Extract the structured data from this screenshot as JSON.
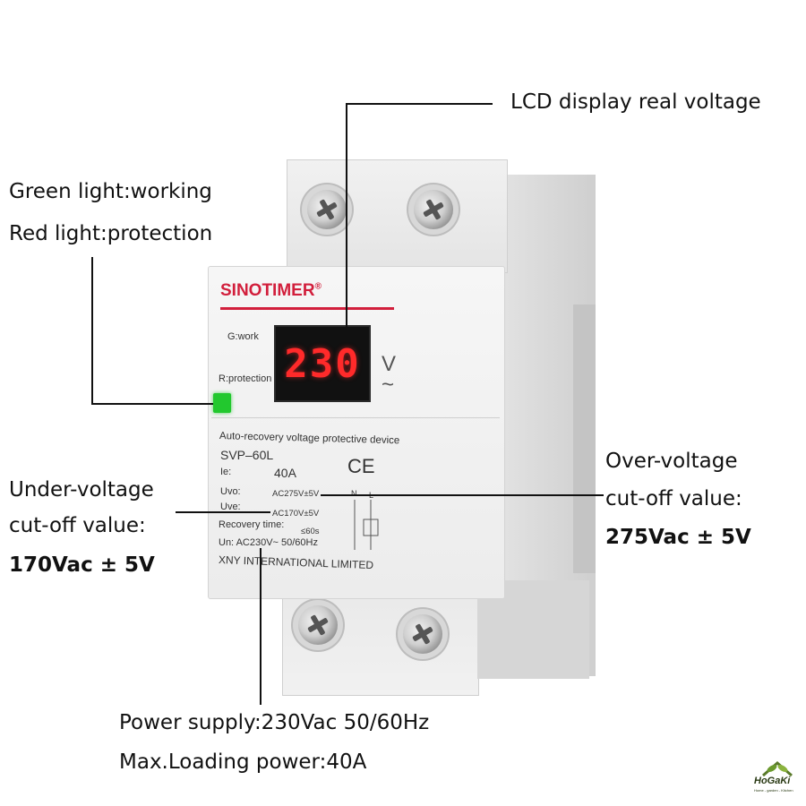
{
  "callouts": {
    "lcd": "LCD display real voltage",
    "green_light": "Green light:working",
    "red_light": "Red light:protection",
    "under_line1": "Under-voltage",
    "under_line2": "cut-off value:",
    "under_value": "170Vac ± 5V",
    "over_line1": "Over-voltage",
    "over_line2": "cut-off value:",
    "over_value": "275Vac ± 5V",
    "power_supply": "Power supply:230Vac 50/60Hz",
    "max_loading": "Max.Loading power:40A"
  },
  "device": {
    "brand": "SINOTIMER",
    "brand_mark": "®",
    "display_value": "230",
    "display_unit": "V",
    "display_unit_ac": "~",
    "g_label": "G:work",
    "r_label": "R:protection",
    "description": "Auto-recovery voltage protective device",
    "model": "SVP–60L",
    "ie_label": "Ie:",
    "ie_value": "40A",
    "ce_mark": "CE",
    "uvo_label": "Uvo:",
    "uvo_value": "AC275V±5V",
    "uve_label": "Uve:",
    "uve_value": "AC170V±5V",
    "recovery_label": "Recovery time:",
    "recovery_value": "≤60s",
    "un_line": "Un: AC230V~ 50/60Hz",
    "maker": "XNY INTERNATIONAL LIMITED",
    "terminal_n": "N",
    "terminal_l": "L"
  },
  "watermark": {
    "name": "HoGaKi",
    "tagline": "Home - garden - Kitchen"
  },
  "colors": {
    "brand_red": "#d21f3c",
    "led_green": "#22c82e",
    "display_red": "#ff2a2a"
  }
}
